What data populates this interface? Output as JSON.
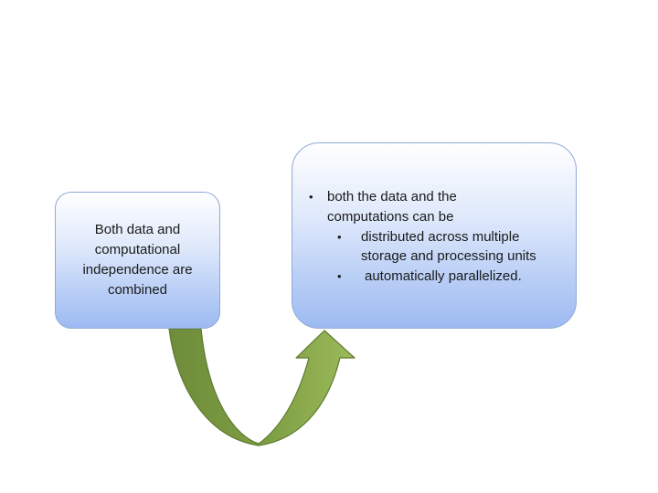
{
  "left_box": {
    "lines": [
      "Both data and",
      "computational",
      "independence are",
      "combined"
    ]
  },
  "right_box": {
    "bullet_marker": "•",
    "item1": {
      "lines": [
        "both the data and the",
        "computations can be"
      ]
    },
    "item2": {
      "lines": [
        "distributed across multiple",
        "storage and processing units"
      ]
    },
    "item3": {
      "lines": [
        "automatically parallelized."
      ]
    }
  },
  "colors": {
    "box_fill_top": "#ffffff",
    "box_fill_bottom": "#9dbaf1",
    "box_border": "#8fa9d4",
    "arrow_dark": "#6e8c3a",
    "arrow_light": "#9bbb59"
  }
}
